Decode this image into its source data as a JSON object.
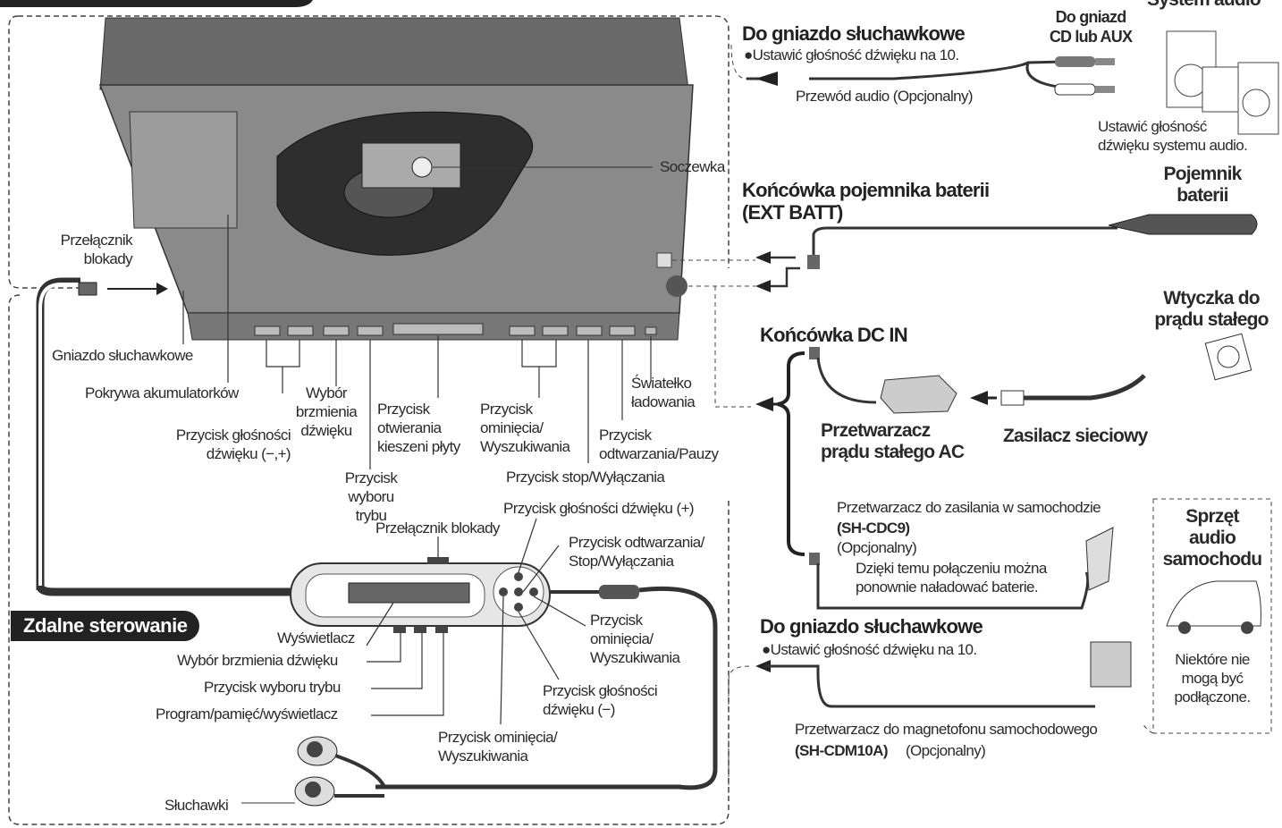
{
  "section_tags": {
    "top": "",
    "remote": "Zdalne sterowanie"
  },
  "player_labels": {
    "lens": "Soczewka",
    "hold_switch": "Przełącznik\nblokady",
    "headphone_jack": "Gniazdo słuchawkowe",
    "battery_cover": "Pokrywa akumulatorków",
    "sound_select": "Wybór\nbrzmienia\ndźwięku",
    "volume": "Przycisk głośności\ndźwięku (−,+)",
    "mode_select": "Przycisk\nwyboru trybu",
    "open_button": "Przycisk\notwierania\nkieszeni płyty",
    "skip_search": "Przycisk\nominięcia/\nWyszukiwania",
    "stop_off": "Przycisk stop/Wyłączania",
    "play_pause": "Przycisk\nodtwarzania/Pauzy",
    "charge_lamp": "Światełko\nładowania"
  },
  "remote_labels": {
    "vol_plus": "Przycisk głośności dźwięku (+)",
    "hold": "Przełącznik blokady",
    "play_stop": "Przycisk odtwarzania/\nStop/Wyłączania",
    "display": "Wyświetlacz",
    "sound": "Wybór brzmienia dźwięku",
    "mode": "Przycisk wyboru trybu",
    "program": "Program/pamięć/wyświetlacz",
    "skip_right": "Przycisk\nominięcia/\nWyszukiwania",
    "vol_minus": "Przycisk głośności\ndźwięku (−)",
    "skip_left": "Przycisk ominięcia/\nWyszukiwania",
    "headphones": "Słuchawki"
  },
  "connections": {
    "audio_heading": "Do gniazdo słuchawkowe",
    "audio_note": "●Ustawić głośność dźwięku na 10.",
    "audio_cable": "Przewód audio (Opcjonalny)",
    "cd_aux": "Do gniazd\nCD lub AUX",
    "system_audio": "System audio",
    "system_note": "Ustawić głośność\ndźwięku systemu audio.",
    "ext_batt_heading": "Końcówka pojemnika baterii\n(EXT BATT)",
    "battery_pack": "Pojemnik\nbaterii",
    "dc_in": "Końcówka DC IN",
    "dc_plug": "Wtyczka do\nprądu stałego",
    "ac_adaptor": "Przetwarzacz\nprądu stałego AC",
    "mains": "Zasilacz sieciowy",
    "car_adaptor": "Przetwarzacz do zasilania w samochodzie",
    "car_adaptor_model": "(SH-CDC9)",
    "car_adaptor_opt": "(Opcjonalny)",
    "car_adaptor_note": "Dzięki temu połączeniu można\nponownie naładować baterie.",
    "car_audio": "Sprzęt\naudio\nsamochodu",
    "car_audio_note": "Niektóre nie\nmogą być\npodłączone.",
    "cassette_heading": "Do gniazdo słuchawkowe",
    "cassette_note": "●Ustawić głośność dźwięku na 10.",
    "cassette_adaptor": "Przetwarzacz do magnetofonu samochodowego",
    "cassette_model": "(SH-CDM10A)",
    "cassette_opt": "(Opcjonalny)"
  }
}
